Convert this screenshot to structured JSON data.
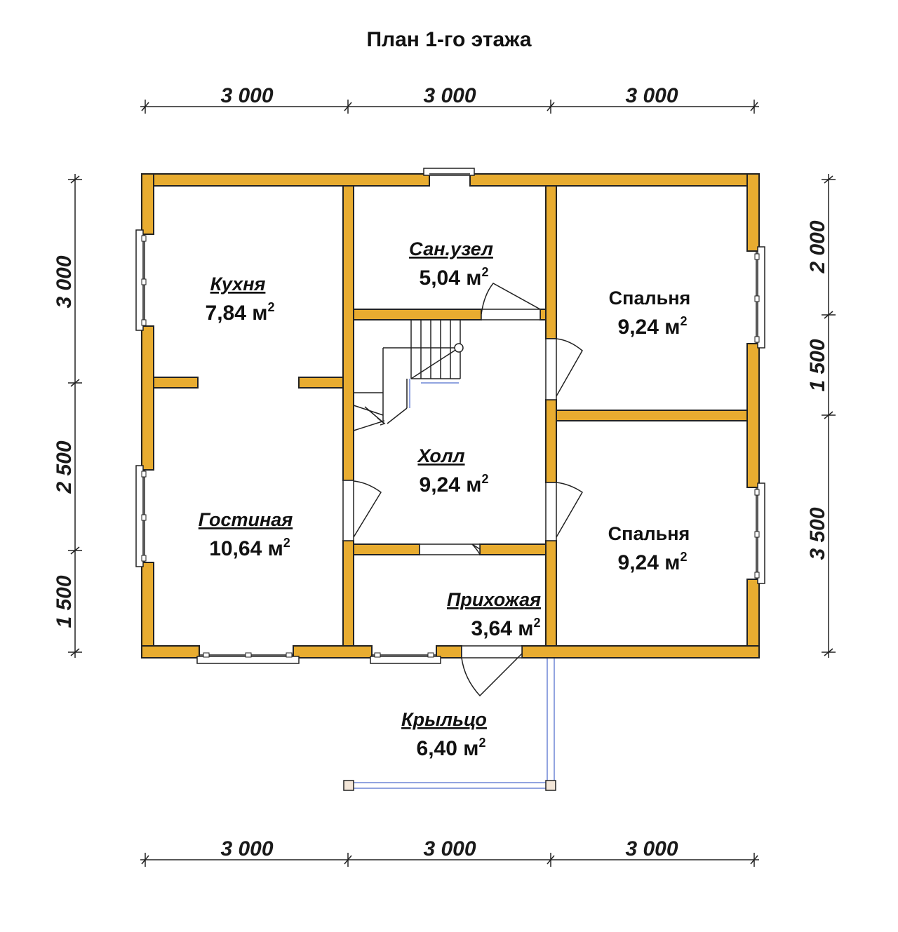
{
  "title": "План 1-го этажа",
  "dimensions": {
    "top": [
      "3 000",
      "3 000",
      "3 000"
    ],
    "bottom": [
      "3 000",
      "3 000",
      "3 000"
    ],
    "left": [
      "3 000",
      "2 500",
      "1 500"
    ],
    "right": [
      "2 000",
      "1 500",
      "3 500"
    ]
  },
  "rooms": {
    "kitchen": {
      "name": "Кухня",
      "area": "7,84 м",
      "sup": "2"
    },
    "living": {
      "name": "Гостиная",
      "area": "10,64 м",
      "sup": "2"
    },
    "bath": {
      "name": "Сан.узел",
      "area": "5,04 м",
      "sup": "2"
    },
    "hall": {
      "name": "Холл",
      "area": "9,24 м",
      "sup": "2"
    },
    "entry": {
      "name": "Прихожая",
      "area": "3,64 м",
      "sup": "2"
    },
    "bed1": {
      "name": "Спальня",
      "area": "9,24 м",
      "sup": "2"
    },
    "bed2": {
      "name": "Спальня",
      "area": "9,24 м",
      "sup": "2"
    },
    "porch": {
      "name": "Крыльцо",
      "area": "6,40 м",
      "sup": "2"
    }
  },
  "colors": {
    "wall": "#e8ac30",
    "line": "#222222",
    "porch_line": "#6f86d6"
  }
}
